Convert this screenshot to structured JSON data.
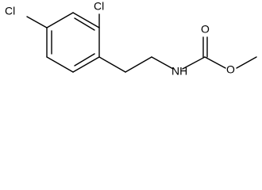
{
  "molecule": {
    "labels": {
      "cl_top": "Cl",
      "cl_left": "Cl",
      "nh": "NH",
      "o_top": "O",
      "o_ester": "O"
    }
  }
}
